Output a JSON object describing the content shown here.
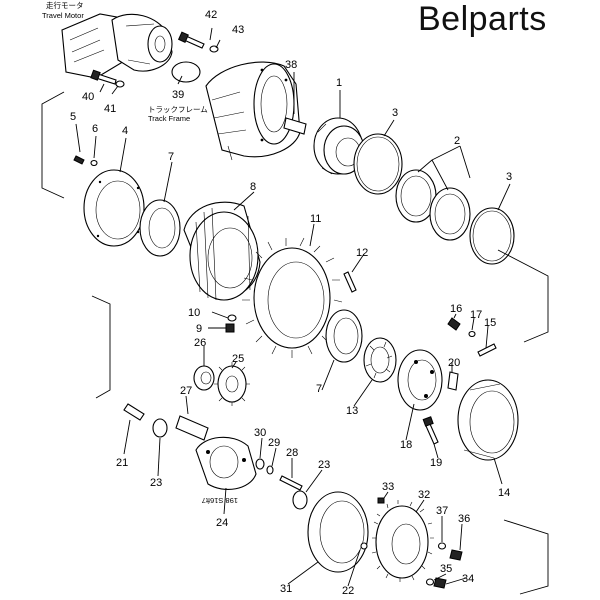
{
  "brand": "Belparts",
  "labels": {
    "travel_motor_jp": "走行モータ",
    "travel_motor": "Travel Motor",
    "track_frame_jp": "トラックフレーム",
    "track_frame": "Track Frame",
    "stamp": "198 S16ft7"
  },
  "callouts": {
    "c1": "1",
    "c2": "2",
    "c3a": "3",
    "c3b": "3",
    "c4": "4",
    "c5": "5",
    "c6": "6",
    "c7a": "7",
    "c7b": "7",
    "c8": "8",
    "c9": "9",
    "c10": "10",
    "c11": "11",
    "c12": "12",
    "c13": "13",
    "c14": "14",
    "c15": "15",
    "c16": "16",
    "c17": "17",
    "c18": "18",
    "c19": "19",
    "c20": "20",
    "c21": "21",
    "c22": "22",
    "c23a": "23",
    "c23b": "23",
    "c24": "24",
    "c25": "25",
    "c26": "26",
    "c27": "27",
    "c28": "28",
    "c29": "29",
    "c30": "30",
    "c31": "31",
    "c32": "32",
    "c33": "33",
    "c34": "34",
    "c35": "35",
    "c36": "36",
    "c37": "37",
    "c38": "38",
    "c39": "39",
    "c40": "40",
    "c41": "41",
    "c42": "42",
    "c43": "43"
  }
}
